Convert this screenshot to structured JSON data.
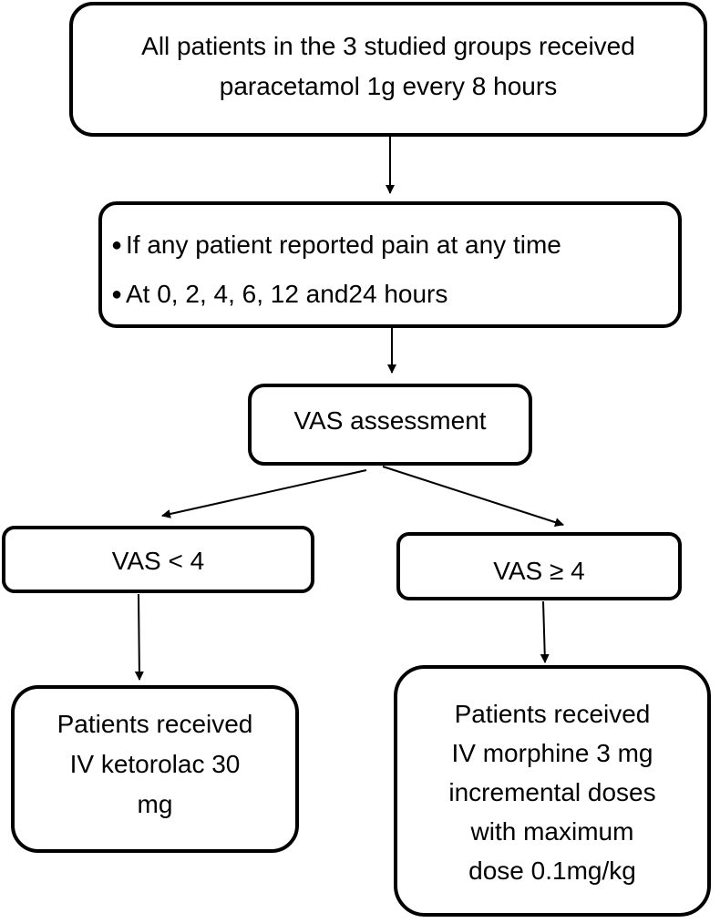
{
  "start_box": {
    "line1": "All patients in the 3 studied groups received",
    "line2": "paracetamol 1g every 8 hours"
  },
  "trigger_box": {
    "bullets": [
      "If any patient reported pain at any time",
      "At 0, 2, 4, 6, 12 and24 hours"
    ]
  },
  "assessment_box": {
    "label": "VAS assessment"
  },
  "branch_low": {
    "label": "VAS < 4"
  },
  "branch_high": {
    "label": "VAS ≥ 4"
  },
  "outcome_low": {
    "lines": [
      "Patients received",
      "IV ketorolac 30",
      "mg"
    ]
  },
  "outcome_high": {
    "lines": [
      "Patients received",
      "IV morphine 3 mg",
      "incremental doses",
      "with maximum",
      "dose 0.1mg/kg"
    ]
  }
}
